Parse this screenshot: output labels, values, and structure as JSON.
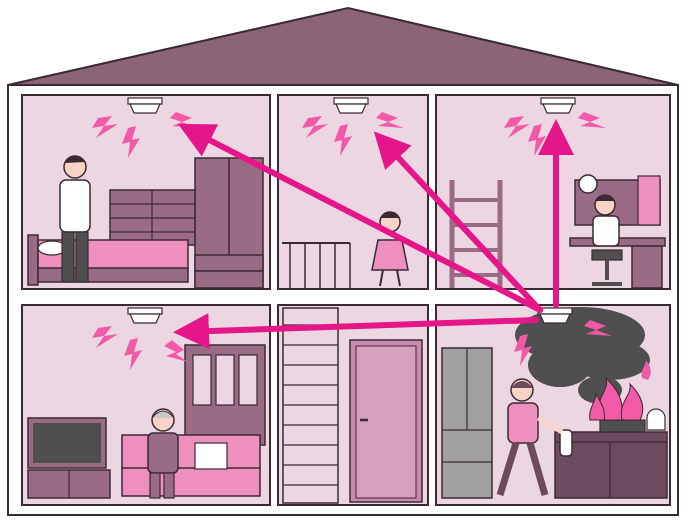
{
  "colors": {
    "roof": "#8c6478",
    "outline": "#3a2a33",
    "wall": "#ffffff",
    "room_bg": "#ecd6e2",
    "furniture": "#9a6b84",
    "furniture_dark": "#6e4a5e",
    "pink_item": "#ef8fbe",
    "alarm_arrow": "#e5158a",
    "smoke": "#4f4f4f",
    "flame": "#f25aa8",
    "skin": "#f7d4c6"
  },
  "rooms": [
    {
      "name": "bedroom-upstairs-left",
      "people": [
        "man"
      ],
      "furniture": [
        "bed",
        "dresser",
        "wardrobe"
      ]
    },
    {
      "name": "child-room-upstairs-middle",
      "people": [
        "girl"
      ],
      "furniture": [
        "stair-railing"
      ]
    },
    {
      "name": "study-upstairs-right",
      "people": [
        "boy"
      ],
      "furniture": [
        "bunk-ladder",
        "desk",
        "bookshelf",
        "globe"
      ]
    },
    {
      "name": "living-room-downstairs-left",
      "people": [
        "elderly-woman"
      ],
      "furniture": [
        "tv",
        "sofa",
        "cabinet"
      ]
    },
    {
      "name": "stairwell-downstairs-middle",
      "people": [],
      "furniture": [
        "staircase",
        "door"
      ]
    },
    {
      "name": "kitchen-downstairs-right",
      "people": [
        "woman-with-extinguisher"
      ],
      "furniture": [
        "refrigerator",
        "stove",
        "counter"
      ]
    }
  ],
  "smoke_alarms": [
    {
      "name": "alarm-bedroom",
      "state": "ringing"
    },
    {
      "name": "alarm-child-room",
      "state": "ringing"
    },
    {
      "name": "alarm-study",
      "state": "ringing"
    },
    {
      "name": "alarm-living-room",
      "state": "ringing"
    },
    {
      "name": "alarm-kitchen",
      "state": "source"
    }
  ],
  "link_arrows": [
    "to-bedroom",
    "to-child-room",
    "to-study",
    "to-living-room"
  ],
  "hazard": "kitchen-fire"
}
